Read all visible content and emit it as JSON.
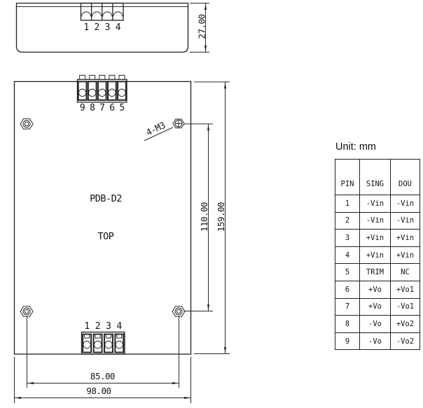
{
  "unit_label": "Unit: mm",
  "side_view": {
    "pins": [
      "1",
      "2",
      "3",
      "4"
    ],
    "height_dim": "27.00"
  },
  "top_view": {
    "model_label": "PDB-D2",
    "view_label": "TOP",
    "screw_note": "4-M3",
    "top_pins": [
      "9",
      "8",
      "7",
      "6",
      "5"
    ],
    "bottom_pins": [
      "1",
      "2",
      "3",
      "4"
    ],
    "width_outer_dim": "98.00",
    "width_screw_dim": "85.00",
    "height_outer_dim": "159.00",
    "height_screw_dim": "110.00"
  },
  "pin_table": {
    "headers": [
      "PIN",
      "SING",
      "DOU"
    ],
    "rows": [
      {
        "pin": "1",
        "sing": "-Vin",
        "dou": "-Vin"
      },
      {
        "pin": "2",
        "sing": "-Vin",
        "dou": "-Vin"
      },
      {
        "pin": "3",
        "sing": "+Vin",
        "dou": "+Vin"
      },
      {
        "pin": "4",
        "sing": "+Vin",
        "dou": "+Vin"
      },
      {
        "pin": "5",
        "sing": "TRIM",
        "dou": "NC"
      },
      {
        "pin": "6",
        "sing": "+Vo",
        "dou": "+Vo1"
      },
      {
        "pin": "7",
        "sing": "+Vo",
        "dou": "-Vo1"
      },
      {
        "pin": "8",
        "sing": "-Vo",
        "dou": "+Vo2"
      },
      {
        "pin": "9",
        "sing": "-Vo",
        "dou": "-Vo2"
      }
    ]
  },
  "colors": {
    "line": "#1f1f1f",
    "background": "#ffffff"
  }
}
